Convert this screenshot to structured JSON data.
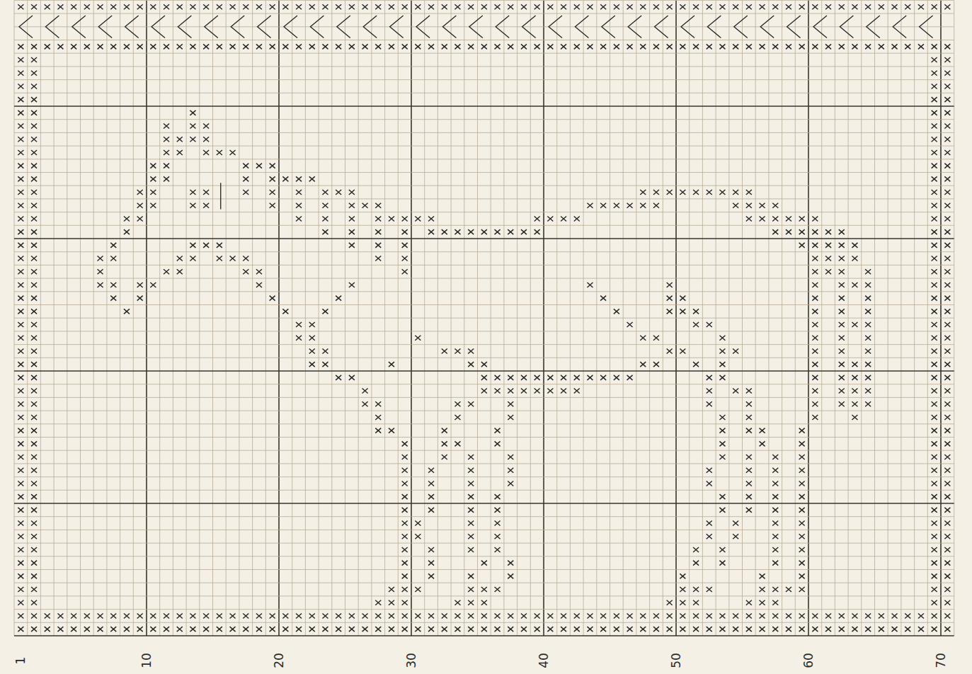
{
  "diagram": {
    "labels": [
      "1",
      "10",
      "20",
      "30",
      "40",
      "50",
      "60",
      "70"
    ]
  }
}
